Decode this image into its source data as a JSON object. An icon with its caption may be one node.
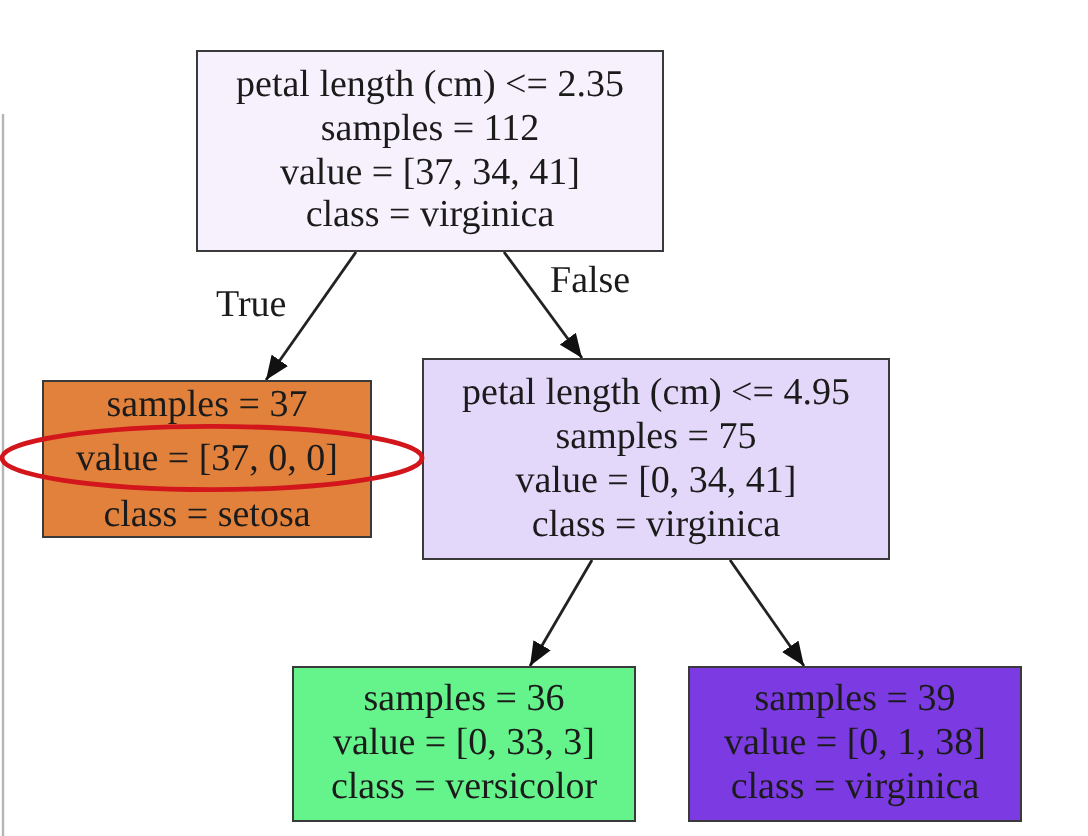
{
  "diagram": {
    "nodes": [
      {
        "text": [
          "petal length (cm) <= 2.35",
          "samples = 112",
          "value = [37, 34, 41]",
          "class = virginica"
        ]
      },
      {
        "text": [
          "samples = 37",
          "value = [37, 0, 0]",
          "class = setosa"
        ]
      },
      {
        "text": [
          "petal length (cm) <= 4.95",
          "samples = 75",
          "value = [0, 34, 41]",
          "class = virginica"
        ]
      },
      {
        "text": [
          "samples = 36",
          "value = [0, 33, 3]",
          "class = versicolor"
        ]
      },
      {
        "text": [
          "samples = 39",
          "value = [0, 1, 38]",
          "class = virginica"
        ]
      }
    ],
    "edges": [
      {
        "from": 0,
        "to": 1,
        "arrow": "to",
        "label": "True"
      },
      {
        "from": 0,
        "to": 2,
        "arrow": "to",
        "label": "False"
      },
      {
        "from": 2,
        "to": 3,
        "arrow": "to"
      },
      {
        "from": 2,
        "to": 4,
        "arrow": "to"
      }
    ]
  }
}
